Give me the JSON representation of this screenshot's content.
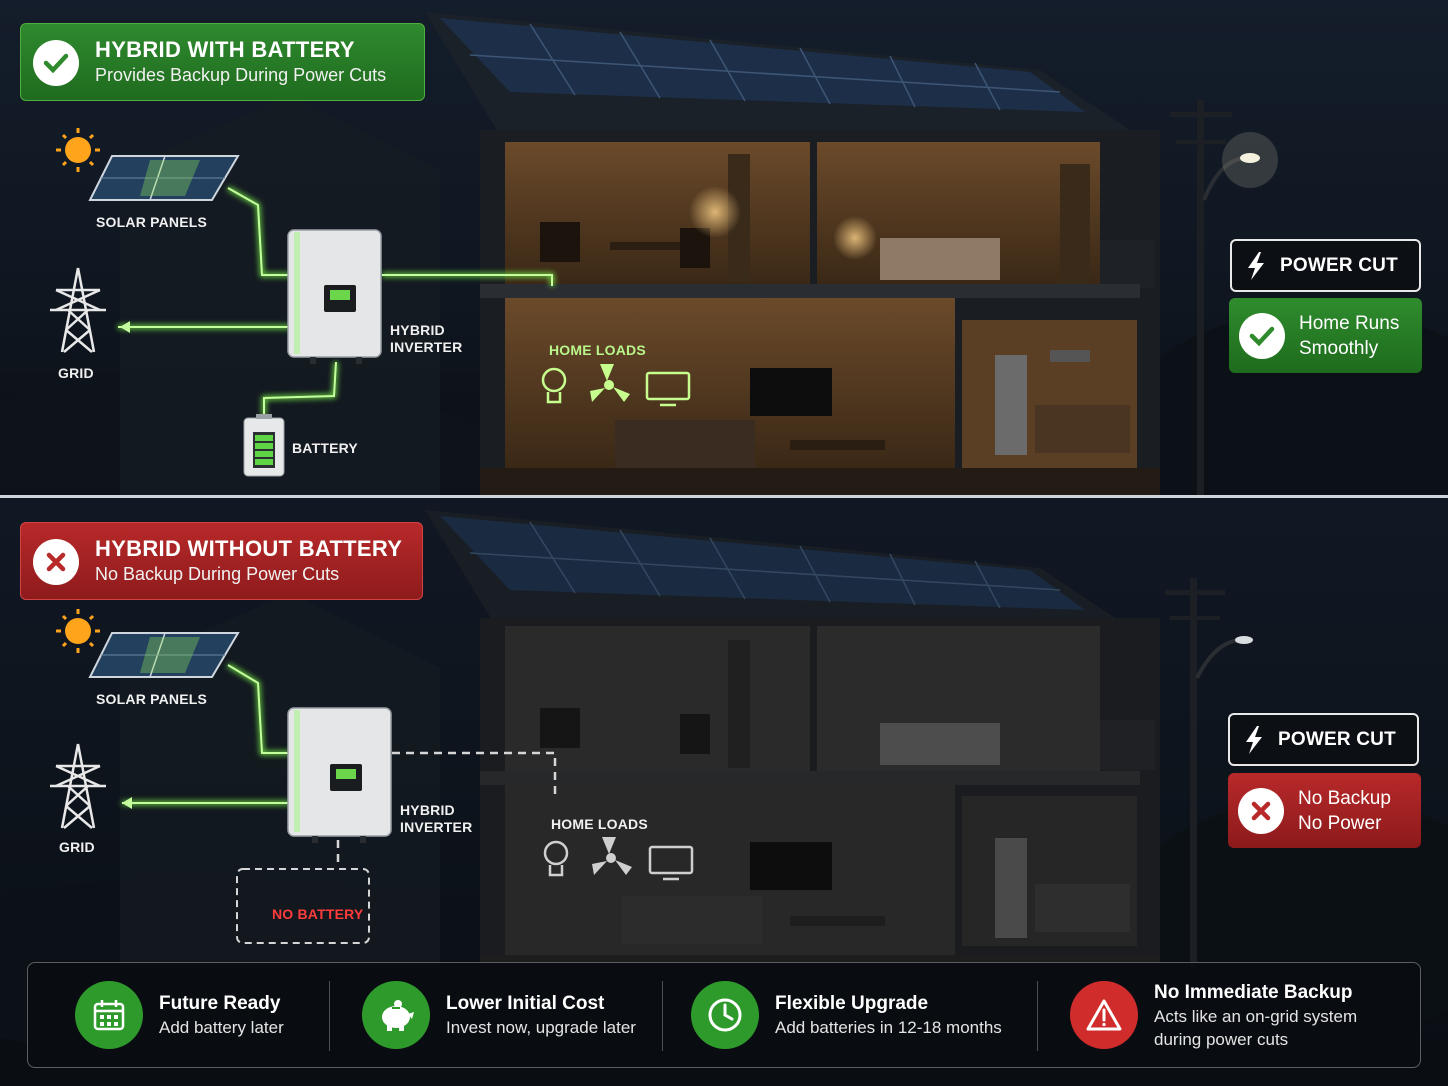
{
  "top": {
    "title": "HYBRID WITH BATTERY",
    "subtitle": "Provides Backup During Power Cuts",
    "solar_label": "SOLAR PANELS",
    "grid_label": "GRID",
    "inverter_line1": "HYBRID",
    "inverter_line2": "INVERTER",
    "battery_label": "BATTERY",
    "home_loads_label": "HOME LOADS",
    "power_cut_label": "POWER CUT",
    "status_line1": "Home Runs",
    "status_line2": "Smoothly"
  },
  "bottom": {
    "title": "HYBRID WITHOUT BATTERY",
    "subtitle": "No Backup During Power Cuts",
    "solar_label": "SOLAR PANELS",
    "grid_label": "GRID",
    "inverter_line1": "HYBRID",
    "inverter_line2": "INVERTER",
    "no_battery_label": "NO BATTERY",
    "home_loads_label": "HOME LOADS",
    "power_cut_label": "POWER CUT",
    "status_line1": "No Backup",
    "status_line2": "No Power"
  },
  "features": [
    {
      "title": "Future Ready",
      "desc": "Add battery later",
      "icon": "calendar-icon",
      "color": "#2f9a2c"
    },
    {
      "title": "Lower Initial Cost",
      "desc": "Invest now, upgrade later",
      "icon": "piggy-bank-icon",
      "color": "#2f9a2c"
    },
    {
      "title": "Flexible Upgrade",
      "desc": "Add batteries in 12-18 months",
      "icon": "clock-icon",
      "color": "#2f9a2c"
    },
    {
      "title": "No Immediate Backup",
      "desc_line1": "Acts like an on-grid system",
      "desc_line2": "during power cuts",
      "icon": "warning-icon",
      "color": "#d02c2c"
    }
  ],
  "colors": {
    "accent_green": "#7dff4a",
    "badge_green": "#2f8a2e",
    "badge_red": "#b8292a"
  }
}
